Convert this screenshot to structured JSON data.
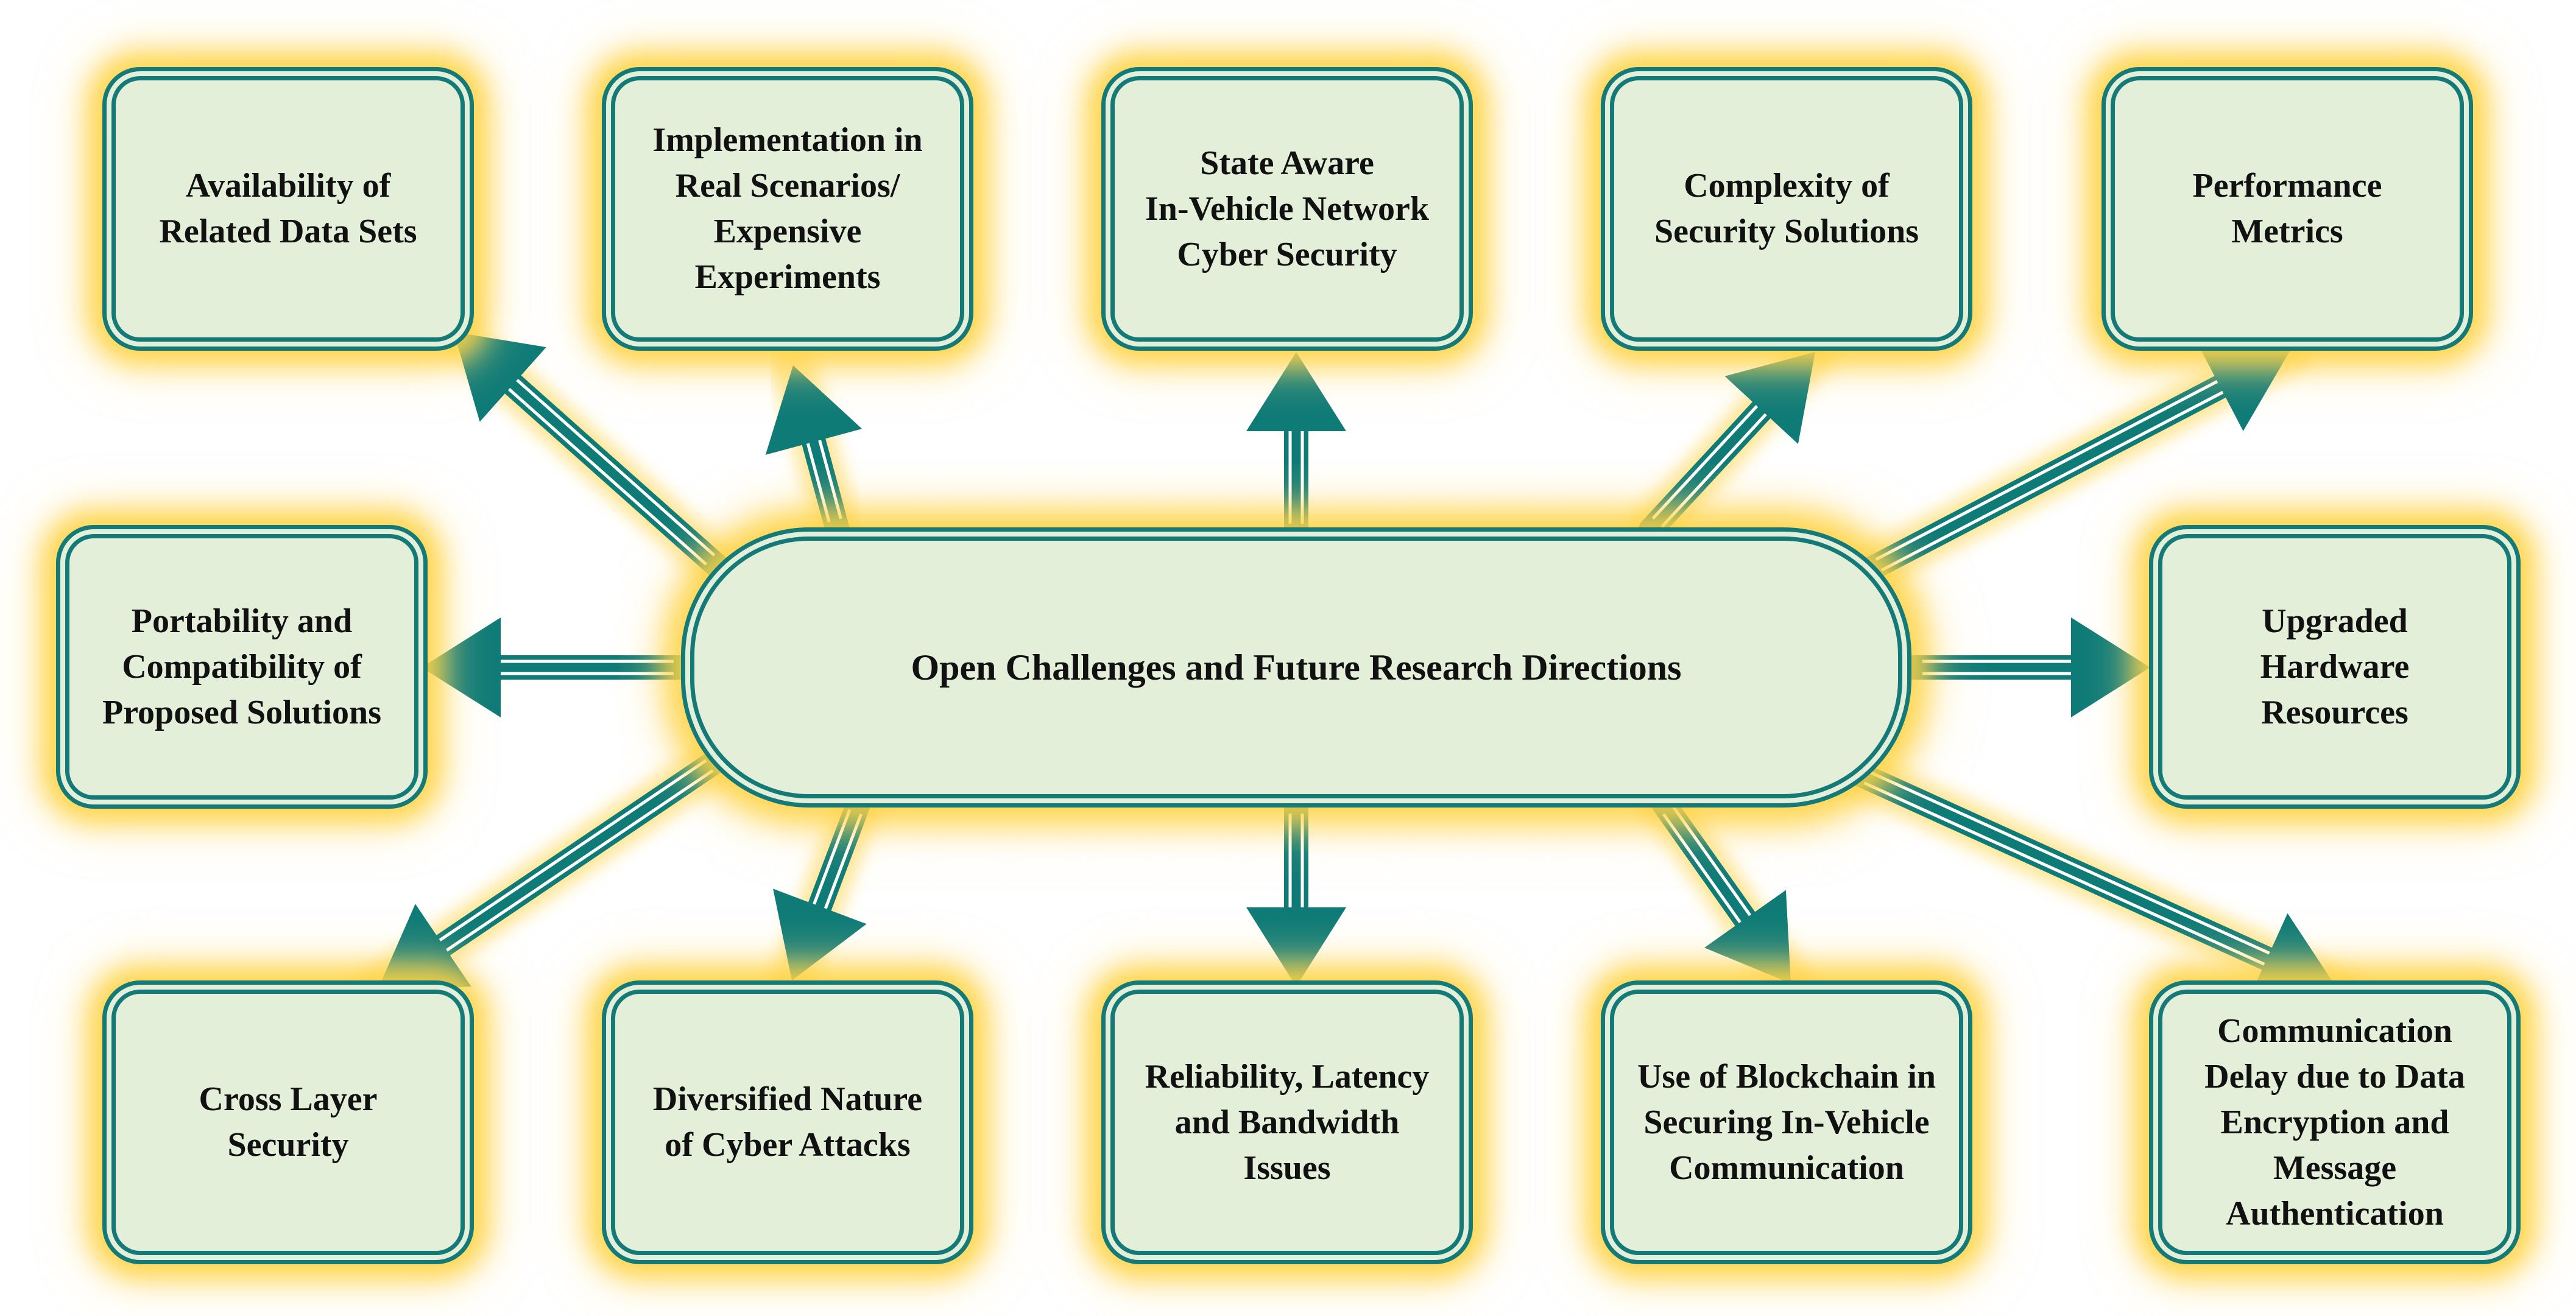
{
  "diagram": {
    "center": {
      "label": "Open Challenges and Future Research Directions"
    },
    "nodes": [
      {
        "id": "availability-data-sets",
        "label": "Availability of\nRelated Data Sets"
      },
      {
        "id": "implementation-real-scenarios",
        "label": "Implementation in\nReal Scenarios/\nExpensive\nExperiments"
      },
      {
        "id": "state-aware-security",
        "label": "State Aware\nIn-Vehicle Network\nCyber Security"
      },
      {
        "id": "complexity-security-solutions",
        "label": "Complexity of\nSecurity Solutions"
      },
      {
        "id": "performance-metrics",
        "label": "Performance\nMetrics"
      },
      {
        "id": "portability-compatibility",
        "label": "Portability and\nCompatibility of\nProposed Solutions"
      },
      {
        "id": "upgraded-hardware",
        "label": "Upgraded\nHardware\nResources"
      },
      {
        "id": "cross-layer-security",
        "label": "Cross Layer\nSecurity"
      },
      {
        "id": "diversified-cyber-attacks",
        "label": "Diversified Nature\nof Cyber Attacks"
      },
      {
        "id": "reliability-latency-bandwidth",
        "label": "Reliability, Latency\nand Bandwidth\nIssues"
      },
      {
        "id": "blockchain-in-vehicle",
        "label": "Use of Blockchain in\nSecuring In-Vehicle\nCommunication"
      },
      {
        "id": "communication-delay",
        "label": "Communication\nDelay due to Data\nEncryption and\nMessage\nAuthentication"
      }
    ],
    "colors": {
      "box_fill": "#e4efd9",
      "border": "#147a78",
      "arrow": "#0f7b77",
      "glow": "#ffd13c"
    }
  }
}
